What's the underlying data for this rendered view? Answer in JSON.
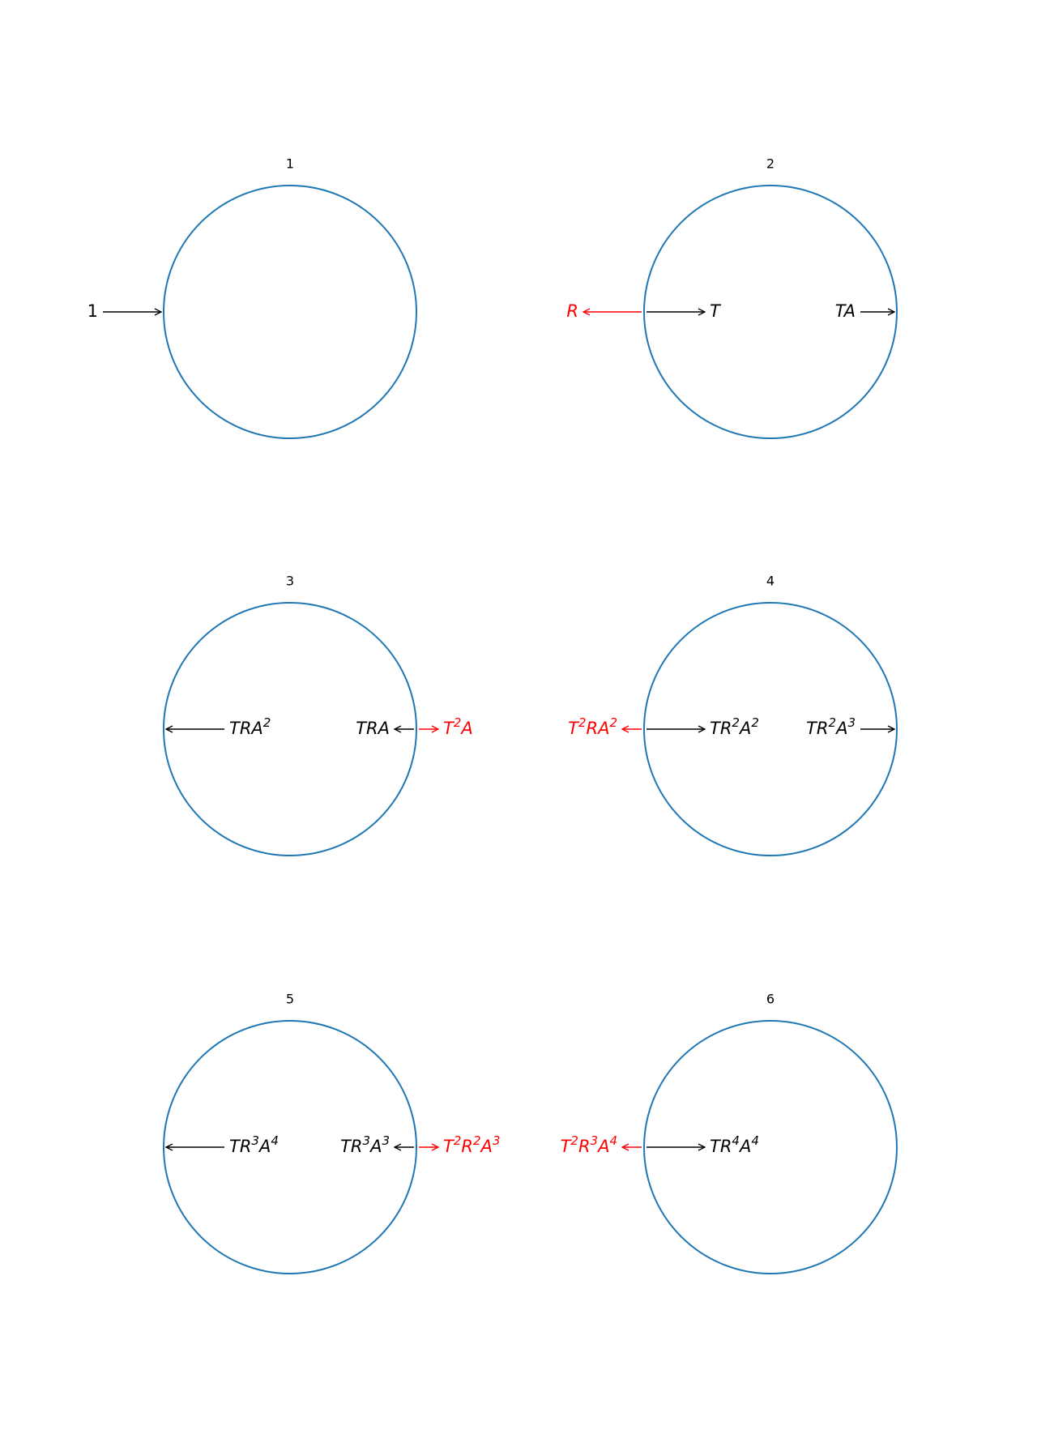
{
  "colors": {
    "circle": "#1f77b4",
    "arrow_default": "#000000",
    "arrow_reflected": "#ff0000"
  },
  "panels": [
    {
      "title": "1",
      "arrows": [
        {
          "label": "1",
          "italic": false,
          "color": "black",
          "side": "outside-left",
          "direction": "right"
        }
      ]
    },
    {
      "title": "2",
      "arrows": [
        {
          "label": "R",
          "italic": true,
          "color": "red",
          "side": "outside-left",
          "direction": "left"
        },
        {
          "label": "T",
          "italic": true,
          "color": "black",
          "side": "inside-left",
          "direction": "right"
        },
        {
          "label": "TA",
          "italic": true,
          "color": "black",
          "side": "inside-right",
          "direction": "right"
        }
      ]
    },
    {
      "title": "3",
      "arrows": [
        {
          "label": "TRA^2",
          "italic": true,
          "color": "black",
          "side": "inside-left",
          "direction": "left"
        },
        {
          "label": "TRA",
          "italic": true,
          "color": "black",
          "side": "inside-right",
          "direction": "left"
        },
        {
          "label": "T^2A",
          "italic": true,
          "color": "red",
          "side": "outside-right",
          "direction": "right"
        }
      ]
    },
    {
      "title": "4",
      "arrows": [
        {
          "label": "T^2RA^2",
          "italic": true,
          "color": "red",
          "side": "outside-left",
          "direction": "left"
        },
        {
          "label": "TR^2A^2",
          "italic": true,
          "color": "black",
          "side": "inside-left",
          "direction": "right"
        },
        {
          "label": "TR^2A^3",
          "italic": true,
          "color": "black",
          "side": "inside-right",
          "direction": "right"
        }
      ]
    },
    {
      "title": "5",
      "arrows": [
        {
          "label": "TR^3A^4",
          "italic": true,
          "color": "black",
          "side": "inside-left",
          "direction": "left"
        },
        {
          "label": "TR^3A^3",
          "italic": true,
          "color": "black",
          "side": "inside-right",
          "direction": "left"
        },
        {
          "label": "T^2R^2A^3",
          "italic": true,
          "color": "red",
          "side": "outside-right",
          "direction": "right"
        }
      ]
    },
    {
      "title": "6",
      "arrows": [
        {
          "label": "T^2R^3A^4",
          "italic": true,
          "color": "red",
          "side": "outside-left",
          "direction": "left"
        },
        {
          "label": "TR^4A^4",
          "italic": true,
          "color": "black",
          "side": "inside-left",
          "direction": "right"
        }
      ]
    }
  ]
}
